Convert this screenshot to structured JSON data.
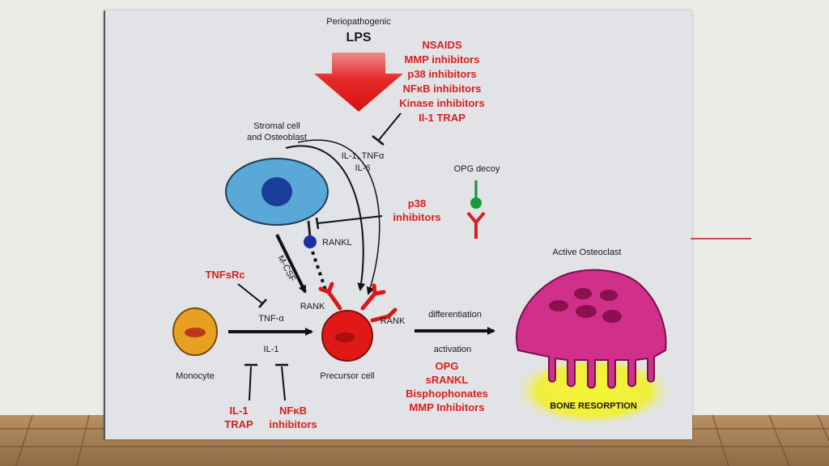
{
  "diagram": {
    "source": {
      "line1": "Periopathogenic",
      "line2": "LPS"
    },
    "lps_inhibitors": [
      "NSAIDS",
      "MMP inhibitors",
      "p38 inhibitors",
      "NFκB inhibitors",
      "Kinase inhibitors",
      "Il-1 TRAP"
    ],
    "stromal_cell": {
      "line1": "Stromal cell",
      "line2": "and Osteoblast"
    },
    "cytokines": {
      "line1": "IL-1, TNFα",
      "line2": "IL-6"
    },
    "opg_decoy": "OPG decoy",
    "p38_inhibitors": {
      "line1": "p38",
      "line2": "inhibitors"
    },
    "rankl": "RANKL",
    "mcsf": "M-CSF",
    "rank_left": "RANK",
    "rank_right": "RANK",
    "tnfsrc": "TNFsRc",
    "tnf_alpha": "TNF-α",
    "il1": "IL-1",
    "monocyte": "Monocyte",
    "precursor_cell": "Precursor cell",
    "il1_trap": {
      "line1": "IL-1",
      "line2": "TRAP"
    },
    "nfkb_inhibitors": {
      "line1": "NFκB",
      "line2": "inhibitors"
    },
    "differentiation": "differentiation",
    "activation": "activation",
    "osteoclast_inhibitors": [
      "OPG",
      "sRANKL",
      "Bisphophonates",
      "MMP Inhibitors"
    ],
    "active_osteoclast": "Active Osteoclast",
    "bone_resorption": "BONE RESORPTION"
  },
  "colors": {
    "inhibitor_red": "#d62020",
    "stromal_blue": "#5aa8d8",
    "precursor_red": "#e01818",
    "monocyte_orange": "#e8a020",
    "osteoclast_magenta": "#d0308a",
    "bone_yellow": "#f4f030"
  }
}
